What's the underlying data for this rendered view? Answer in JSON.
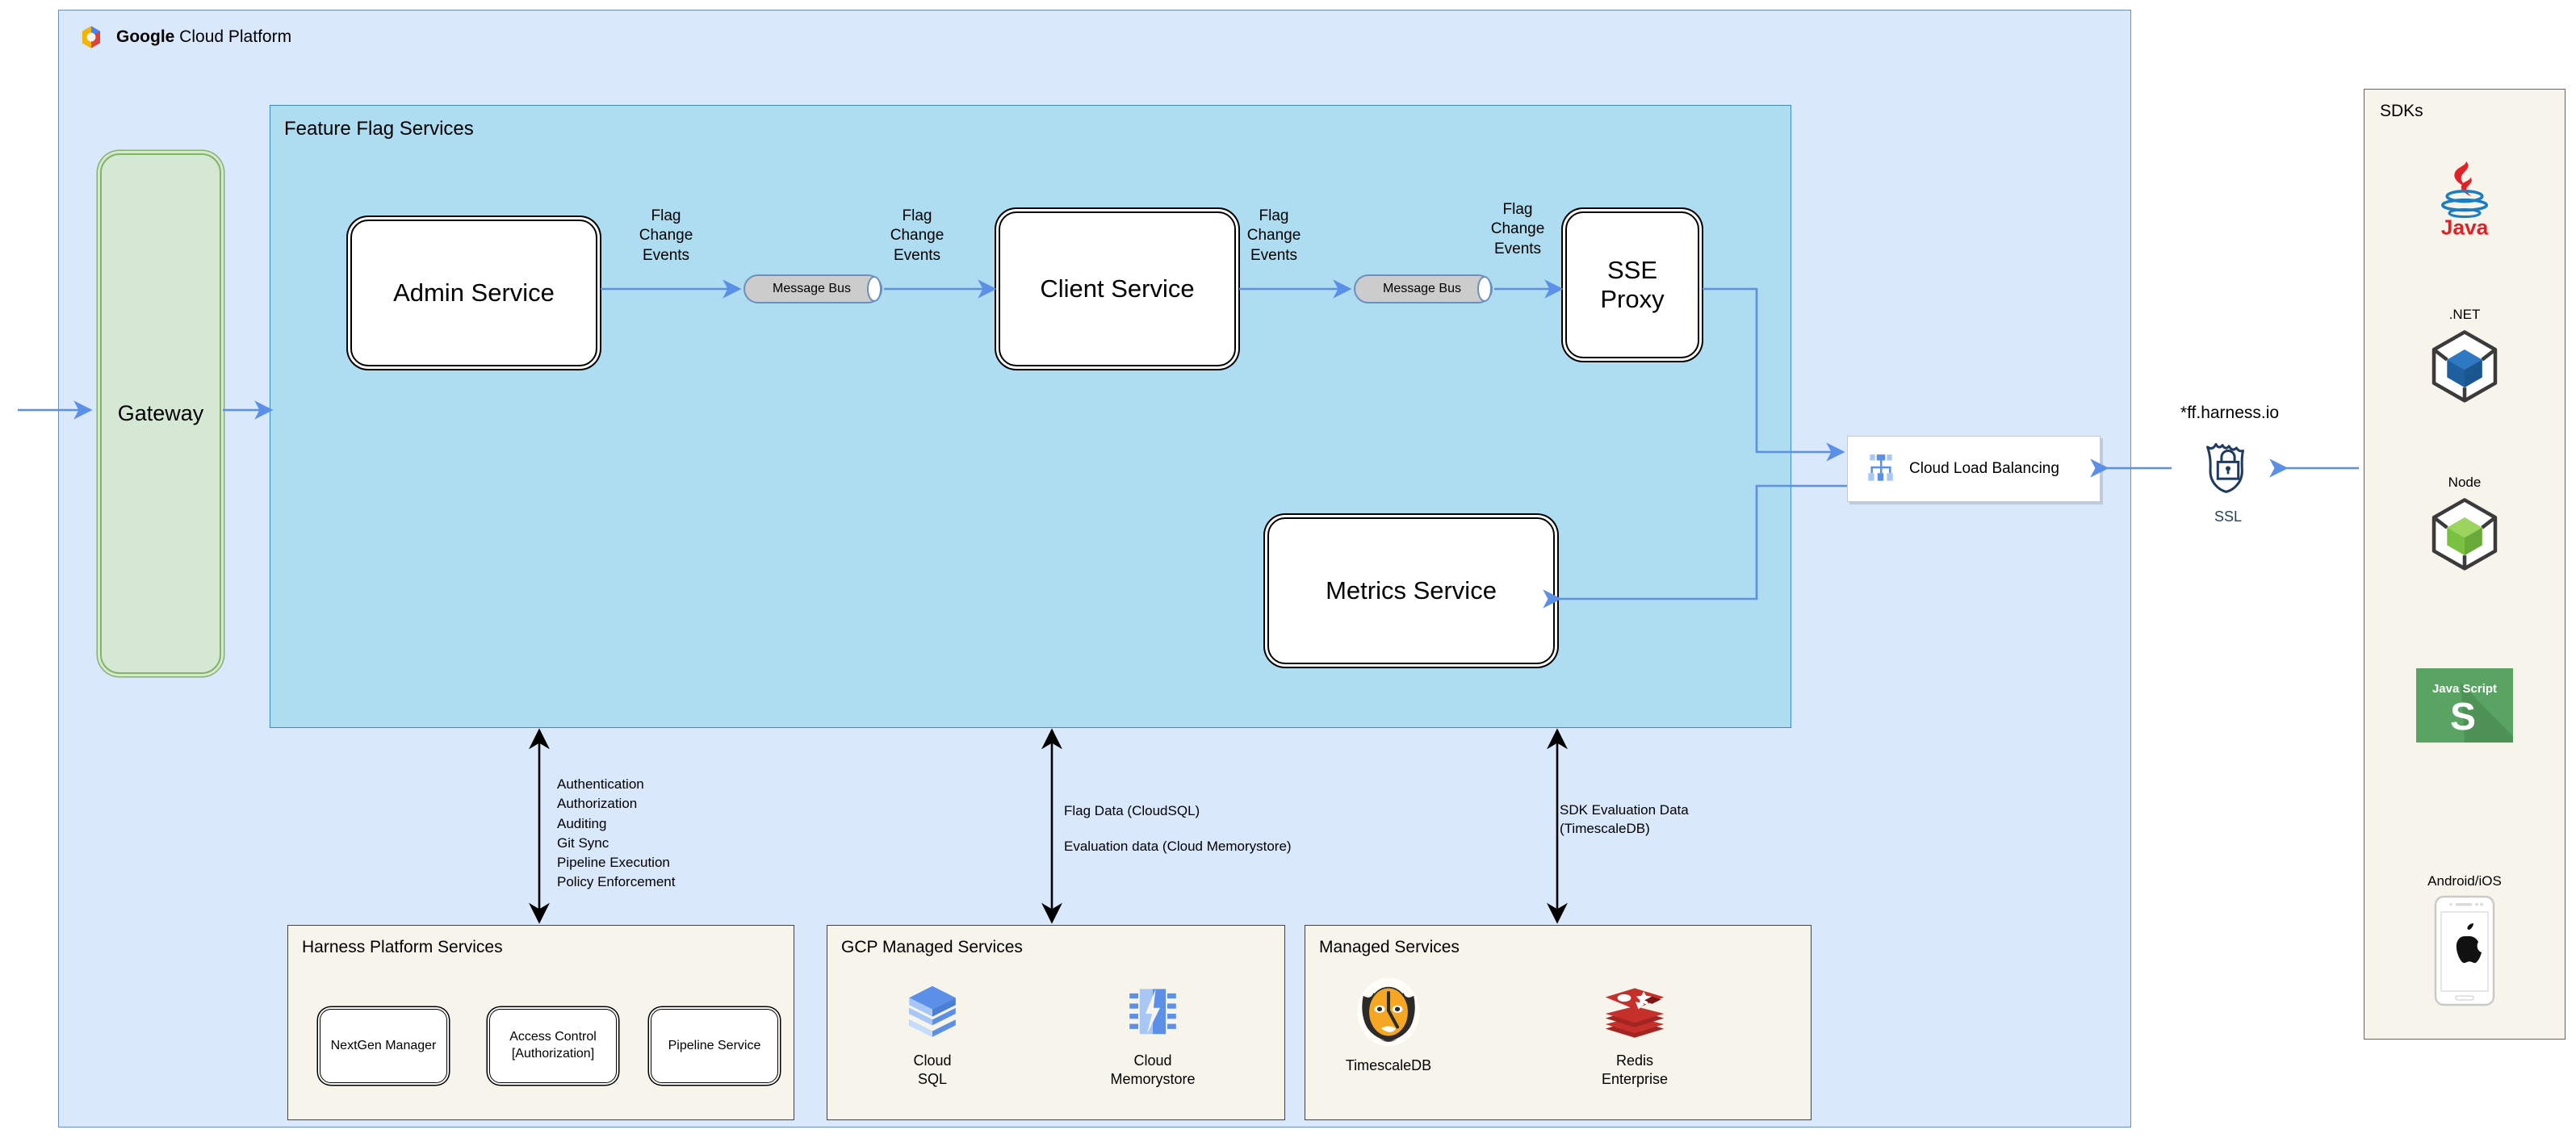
{
  "gcp": {
    "title_bold": "Google",
    "title_rest": " Cloud Platform",
    "logo_icon": "google-cloud-hexagon-icon",
    "bg": "#DAE8FC",
    "border": "#6C8EBF"
  },
  "gateway": {
    "label": "Gateway",
    "fill": "#D5E8D4",
    "stroke": "#82B366"
  },
  "feature_flag_services": {
    "title": "Feature Flag Services",
    "bg": "#AEDCF0",
    "border": "#3C8DBC",
    "services": [
      {
        "id": "admin",
        "label": "Admin Service"
      },
      {
        "id": "client",
        "label": "Client Service"
      },
      {
        "id": "sse",
        "label": "SSE\nProxy",
        "line1": "SSE",
        "line2": "Proxy"
      },
      {
        "id": "metrics",
        "label": "Metrics Service"
      }
    ],
    "message_buses": [
      {
        "label": "Message Bus"
      },
      {
        "label": "Message Bus"
      }
    ],
    "edge_labels": [
      {
        "text": "Flag\nChange\nEvents",
        "l1": "Flag",
        "l2": "Change",
        "l3": "Events"
      },
      {
        "text": "Flag\nChange\nEvents",
        "l1": "Flag",
        "l2": "Change",
        "l3": "Events"
      },
      {
        "text": "Flag\nChange\nEvents",
        "l1": "Flag",
        "l2": "Change",
        "l3": "Events"
      },
      {
        "text": "Flag\nChange\nEvents",
        "l1": "Flag",
        "l2": "Change",
        "l3": "Events"
      }
    ]
  },
  "load_balancer": {
    "label": "Cloud Load Balancing",
    "icon": "cloud-load-balancing-icon"
  },
  "ssl": {
    "domain": "*ff.harness.io",
    "label": "SSL",
    "icon": "ssl-shield-lock-icon"
  },
  "sdks": {
    "title": "SDKs",
    "items": [
      {
        "label": "",
        "caption_below": "Java",
        "icon": "java-icon"
      },
      {
        "label": ".NET",
        "icon": "dotnet-cube-icon"
      },
      {
        "label": "Node",
        "icon": "node-cube-icon"
      },
      {
        "label": "",
        "icon": "javascript-icon",
        "tile_text_1": "Java Script",
        "tile_text_2": "S"
      },
      {
        "label": "Android/iOS",
        "icon": "android-ios-phone-apple-icon"
      }
    ]
  },
  "annotations": {
    "harness_link": [
      "Authentication",
      "Authorization",
      "Auditing",
      "Git Sync",
      "Pipeline Execution",
      "Policy Enforcement"
    ],
    "flag_data": [
      "Flag Data (CloudSQL)",
      "Evaluation data (Cloud Memorystore)"
    ],
    "sdk_eval": [
      "SDK Evaluation Data",
      "(TimescaleDB)"
    ]
  },
  "bottom_panels": {
    "harness": {
      "title": "Harness Platform Services",
      "services": [
        {
          "label": "NextGen Manager",
          "l1": "NextGen Manager",
          "l2": ""
        },
        {
          "label": "Access Control [Authorization]",
          "l1": "Access Control",
          "l2": "[Authorization]"
        },
        {
          "label": "Pipeline Service",
          "l1": "Pipeline Service",
          "l2": ""
        }
      ]
    },
    "gcp_managed": {
      "title": "GCP Managed Services",
      "items": [
        {
          "icon": "cloud-sql-icon",
          "l1": "Cloud",
          "l2": "SQL"
        },
        {
          "icon": "cloud-memorystore-icon",
          "l1": "Cloud",
          "l2": "Memorystore"
        }
      ]
    },
    "managed": {
      "title": "Managed Services",
      "items": [
        {
          "icon": "timescaledb-tiger-icon",
          "l1": "TimescaleDB",
          "l2": ""
        },
        {
          "icon": "redis-icon",
          "l1": "Redis",
          "l2": "Enterprise"
        }
      ]
    }
  },
  "colors": {
    "arrow_blue": "#5B8FE8",
    "arrow_black": "#000000",
    "panel_cream": "#F7F4EC",
    "service_white": "#FFFFFF",
    "message_bus_gray": "#CCCCCC"
  }
}
